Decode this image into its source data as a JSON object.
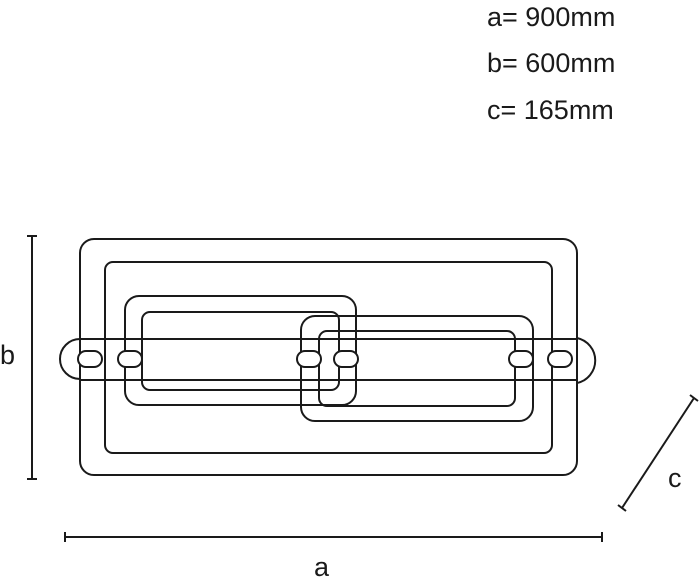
{
  "specs": {
    "a": "a= 900mm",
    "b": "b= 600mm",
    "c": "c= 165mm"
  },
  "dimension_labels": {
    "a": "a",
    "b": "b",
    "c": "c"
  },
  "colors": {
    "line": "#1a1a1a",
    "background": "#ffffff"
  }
}
